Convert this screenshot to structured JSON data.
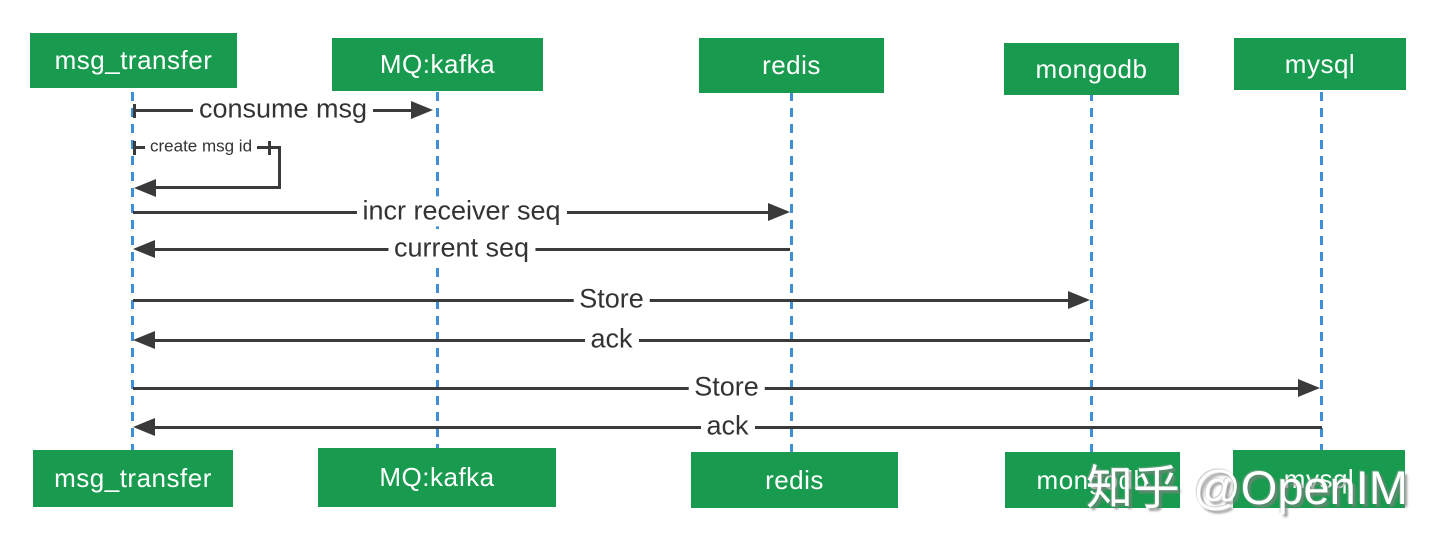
{
  "diagram": {
    "type": "sequence-diagram",
    "colors": {
      "actor_box": "#189b4e",
      "actor_text": "#ffffff",
      "lifeline": "#3f8fd8",
      "message_line": "#3a3a3a",
      "message_text": "#333333",
      "background": "#ffffff"
    },
    "actors": [
      {
        "name": "msg_transfer"
      },
      {
        "name": "MQ:kafka"
      },
      {
        "name": "redis"
      },
      {
        "name": "mongodb"
      },
      {
        "name": "mysql"
      }
    ],
    "messages": [
      {
        "from": "msg_transfer",
        "to": "MQ:kafka",
        "label": "consume msg",
        "direction": "right"
      },
      {
        "from": "msg_transfer",
        "to": "msg_transfer",
        "label": "create msg id",
        "direction": "self"
      },
      {
        "from": "msg_transfer",
        "to": "redis",
        "label": "incr receiver seq",
        "direction": "right"
      },
      {
        "from": "redis",
        "to": "msg_transfer",
        "label": "current seq",
        "direction": "left"
      },
      {
        "from": "msg_transfer",
        "to": "mongodb",
        "label": "Store",
        "direction": "right"
      },
      {
        "from": "mongodb",
        "to": "msg_transfer",
        "label": "ack",
        "direction": "left"
      },
      {
        "from": "msg_transfer",
        "to": "mysql",
        "label": "Store",
        "direction": "right"
      },
      {
        "from": "mysql",
        "to": "msg_transfer",
        "label": "ack",
        "direction": "left"
      }
    ]
  },
  "watermark": {
    "text": "知乎 @OpenIM"
  }
}
